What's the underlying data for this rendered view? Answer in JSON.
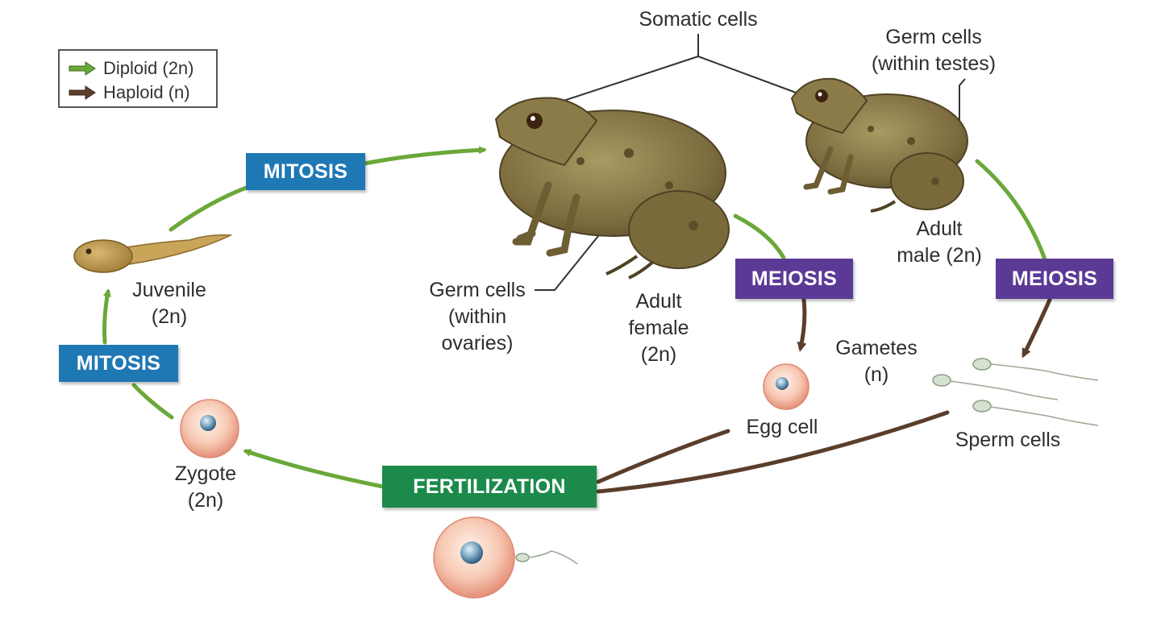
{
  "legend": {
    "diploid": {
      "label": "Diploid  (2n)",
      "color": "#6aa83a"
    },
    "haploid": {
      "label": "Haploid  (n)",
      "color": "#5a3e2b"
    }
  },
  "processes": {
    "mitosis_top": {
      "label": "MITOSIS",
      "color": "#1e78b4"
    },
    "mitosis_left": {
      "label": "MITOSIS",
      "color": "#1e78b4"
    },
    "meiosis_female": {
      "label": "MEIOSIS",
      "color": "#5b3a96"
    },
    "meiosis_male": {
      "label": "MEIOSIS",
      "color": "#5b3a96"
    },
    "fertilization": {
      "label": "FERTILIZATION",
      "color": "#1b8a4a"
    }
  },
  "labels": {
    "somatic_cells": "Somatic cells",
    "germ_cells_testes": [
      "Germ cells",
      "(within testes)"
    ],
    "adult_male": [
      "Adult",
      "male (2n)"
    ],
    "germ_cells_ovaries": [
      "Germ cells",
      "(within",
      "ovaries)"
    ],
    "adult_female": [
      "Adult",
      "female",
      "(2n)"
    ],
    "juvenile": [
      "Juvenile",
      "(2n)"
    ],
    "gametes": [
      "Gametes",
      "(n)"
    ],
    "egg_cell": "Egg cell",
    "sperm_cells": "Sperm cells",
    "zygote": [
      "Zygote",
      "(2n)"
    ]
  }
}
